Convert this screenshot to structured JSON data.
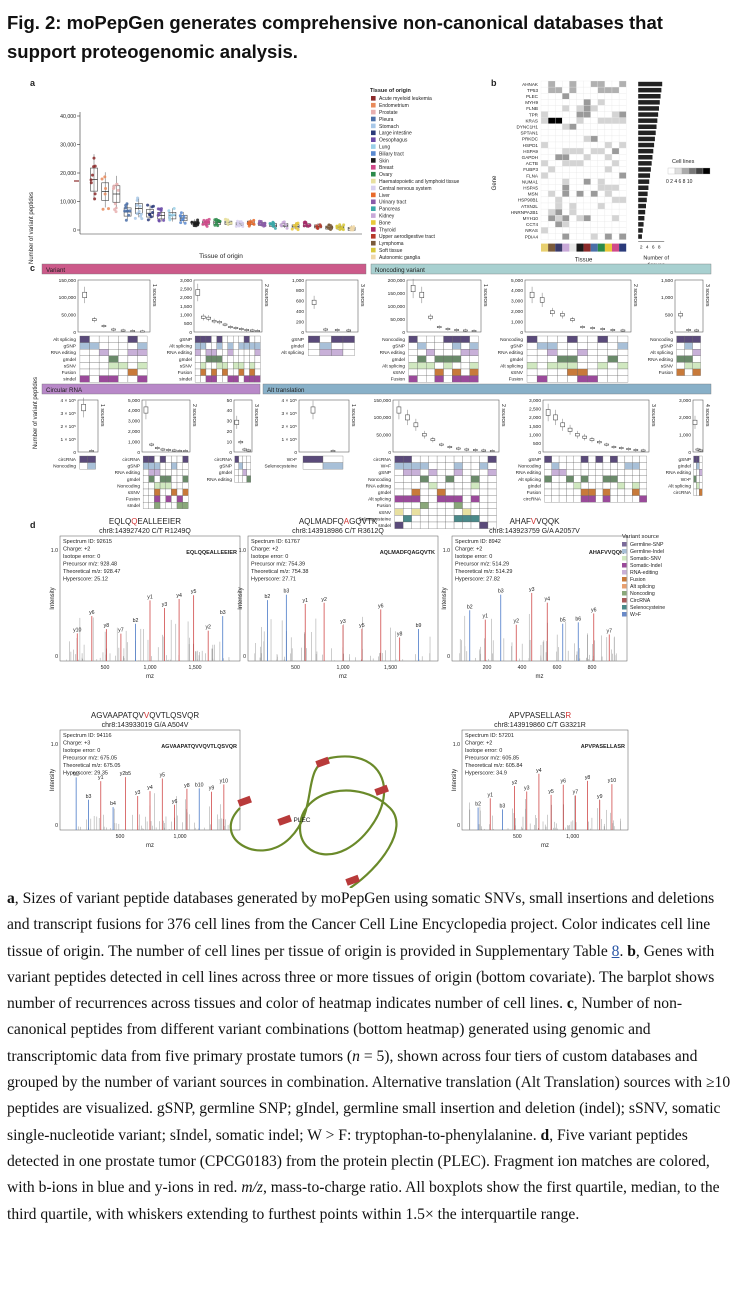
{
  "figure_title": {
    "prefix": "Fig. 2:",
    "text": "moPepGen generates comprehensive non-canonical databases that support proteogenomic analysis."
  },
  "panel_a": {
    "label": "a",
    "ylabel": "Number of variant peptides",
    "xlabel": "Tissue of origin",
    "yticks": [
      "0",
      "10,000",
      "20,000",
      "30,000",
      "40,000"
    ],
    "legend_title": "Tissue of origin",
    "legend": [
      {
        "name": "Acute myeloid leukemia",
        "color": "#8b2a2a"
      },
      {
        "name": "Endometrium",
        "color": "#e88a5a"
      },
      {
        "name": "Prostate",
        "color": "#e8b0b0"
      },
      {
        "name": "Pleura",
        "color": "#4a6fa8"
      },
      {
        "name": "Stomach",
        "color": "#a8c8e8"
      },
      {
        "name": "Large intestine",
        "color": "#2a3a7a"
      },
      {
        "name": "Oesophagus",
        "color": "#6a4aa8"
      },
      {
        "name": "Lung",
        "color": "#9ad0e8"
      },
      {
        "name": "Biliary tract",
        "color": "#5a8ad0"
      },
      {
        "name": "Skin",
        "color": "#1a1a1a"
      },
      {
        "name": "Breast",
        "color": "#d04a8a"
      },
      {
        "name": "Ovary",
        "color": "#2a8a4a"
      },
      {
        "name": "Haematopoietic and lymphoid tissue",
        "color": "#e8e0a0"
      },
      {
        "name": "Central nervous system",
        "color": "#d8d0f0"
      },
      {
        "name": "Liver",
        "color": "#e86a2a"
      },
      {
        "name": "Urinary tract",
        "color": "#8a5aa8"
      },
      {
        "name": "Pancreas",
        "color": "#3aa8a8"
      },
      {
        "name": "Kidney",
        "color": "#c8a8d8"
      },
      {
        "name": "Bone",
        "color": "#e8c83a"
      },
      {
        "name": "Thyroid",
        "color": "#a82a6a"
      },
      {
        "name": "Upper aerodigestive tract",
        "color": "#b83a2a"
      },
      {
        "name": "Lymphoma",
        "color": "#7a5a3a"
      },
      {
        "name": "Soft tissue",
        "color": "#d8c83a"
      },
      {
        "name": "Autonomic ganglia",
        "color": "#f0d8a8"
      }
    ]
  },
  "panel_b": {
    "label": "b",
    "ylabel": "Gene",
    "genes": [
      "AHNAK",
      "TP53",
      "PLEC",
      "MYH9",
      "FLNB",
      "TPR",
      "KRAS",
      "DYNC1H1",
      "SPTAN1",
      "PRKDC",
      "HSPD1",
      "HSPA9",
      "GAPDH",
      "ACTB",
      "FUBP3",
      "FLNA",
      "NUMA1",
      "HSPA5",
      "MSN",
      "HSP90B1",
      "ATXN2L",
      "HNRNPA2B1",
      "MYH10",
      "CCT4",
      "NRAS",
      "PDIA4"
    ],
    "legend_title": "Cell lines",
    "legend_ticks": [
      "0",
      "2",
      "4",
      "6",
      "8",
      "10"
    ],
    "bar_ticks": [
      "2",
      "4",
      "6",
      "8"
    ],
    "bar_label": "Number of tissues",
    "covariate_label": "Tissue"
  },
  "panel_c": {
    "label": "c",
    "ylabel": "Number of variant peptides",
    "groups": [
      {
        "name": "Variant",
        "color": "#cc5a8a",
        "plots": [
          {
            "sources": "1 sources",
            "yticks": [
              "0",
              "50,000",
              "100,000",
              "150,000"
            ],
            "rows": [
              "Alt splicing",
              "gSNP",
              "RNA editing",
              "gIndel",
              "sSNV",
              "Fusion",
              "sIndel"
            ],
            "box_heights": [
              0.75,
              0.25,
              0.12,
              0.05,
              0.03,
              0.02,
              0.01
            ]
          },
          {
            "sources": "2 sources",
            "yticks": [
              "0",
              "500",
              "1,000",
              "1,500",
              "2,000",
              "2,500",
              "3,000"
            ],
            "rows": [
              "gSNP",
              "Alt splicing",
              "RNA editing",
              "gIndel",
              "sSNV",
              "Fusion",
              "sIndel"
            ],
            "box_heights": [
              0.8,
              0.3,
              0.28,
              0.22,
              0.2,
              0.15,
              0.1,
              0.08,
              0.06,
              0.04,
              0.03,
              0.02
            ]
          },
          {
            "sources": "3 sources",
            "yticks": [
              "0",
              "200",
              "400",
              "600",
              "800",
              "1,000"
            ],
            "rows": [
              "gSNP",
              "gIndel",
              "Alt splicing"
            ],
            "box_heights": [
              0.6,
              0.05,
              0.04,
              0.03
            ]
          }
        ]
      },
      {
        "name": "Noncoding variant",
        "color": "#a8d0d0",
        "plots": [
          {
            "sources": "1 sources",
            "yticks": [
              "0",
              "50,000",
              "100,000",
              "150,000",
              "200,000"
            ],
            "rows": [
              "Noncoding",
              "gSNP",
              "RNA editing",
              "gIndel",
              "Alt splicing",
              "sSNV",
              "Fusion"
            ],
            "box_heights": [
              0.88,
              0.75,
              0.3,
              0.1,
              0.06,
              0.04,
              0.03,
              0.02
            ]
          },
          {
            "sources": "2 sources",
            "yticks": [
              "0",
              "1,000",
              "2,000",
              "3,000",
              "4,000",
              "5,000"
            ],
            "rows": [
              "Noncoding",
              "gSNP",
              "RNA editing",
              "gIndel",
              "Alt splicing",
              "sSNV",
              "Fusion"
            ],
            "box_heights": [
              0.75,
              0.65,
              0.4,
              0.35,
              0.25,
              0.1,
              0.08,
              0.06,
              0.04,
              0.03
            ]
          },
          {
            "sources": "3 sources",
            "yticks": [
              "0",
              "500",
              "1,000",
              "1,500"
            ],
            "rows": [
              "Noncoding",
              "gSNP",
              "Alt splicing",
              "RNA editing",
              "sSNV",
              "Fusion"
            ],
            "box_heights": [
              0.35,
              0.04,
              0.03
            ]
          }
        ]
      },
      {
        "name": "Circular RNA",
        "color": "#b888c8",
        "plots": [
          {
            "sources": "1 sources",
            "yticks": [
              "0",
              "1 × 10⁵",
              "2 × 10⁵",
              "3 × 10⁵",
              "4 × 10⁵"
            ],
            "rows": [
              "circRNA",
              "Noncoding"
            ],
            "box_heights": [
              0.9,
              0.02
            ]
          },
          {
            "sources": "2 sources",
            "yticks": [
              "0",
              "1,000",
              "2,000",
              "3,000",
              "4,000",
              "5,000"
            ],
            "rows": [
              "circRNA",
              "gSNP",
              "RNA editing",
              "gIndel",
              "Noncoding",
              "sSNV",
              "Fusion",
              "sIndel"
            ],
            "box_heights": [
              0.85,
              0.15,
              0.08,
              0.05,
              0.04,
              0.03,
              0.02,
              0.02
            ]
          },
          {
            "sources": "3 sources",
            "yticks": [
              "0",
              "10",
              "20",
              "30",
              "40",
              "50"
            ],
            "rows": [
              "circRNA",
              "gSNP",
              "gIndel",
              "RNA editing"
            ],
            "box_heights": [
              0.6,
              0.2,
              0.05,
              0.03
            ]
          }
        ]
      },
      {
        "name": "Alt translation",
        "color": "#88b0c8",
        "plots": [
          {
            "sources": "1 sources",
            "yticks": [
              "0",
              "1 × 10⁵",
              "2 × 10⁵",
              "3 × 10⁵",
              "4 × 10⁵"
            ],
            "rows": [
              "W>F",
              "Selenocysteine"
            ],
            "box_heights": [
              0.85,
              0.02
            ]
          },
          {
            "sources": "2 sources",
            "yticks": [
              "0",
              "50,000",
              "100,000",
              "150,000"
            ],
            "rows": [
              "circRNA",
              "W>F",
              "gSNP",
              "Noncoding",
              "RNA editing",
              "gIndel",
              "Alt splicing",
              "Fusion",
              "sSNV",
              "Selenocysteine",
              "sIndel"
            ],
            "box_heights": [
              0.85,
              0.7,
              0.55,
              0.35,
              0.25,
              0.15,
              0.1,
              0.07,
              0.05,
              0.04,
              0.03,
              0.02
            ]
          },
          {
            "sources": "3 sources",
            "yticks": [
              "0",
              "500",
              "1,000",
              "1,500",
              "2,000",
              "2,500",
              "3,000"
            ],
            "rows": [
              "gSNP",
              "Noncoding",
              "RNA editing",
              "Alt splicing",
              "gIndel",
              "Fusion",
              "circRNA"
            ],
            "box_heights": [
              0.8,
              0.7,
              0.55,
              0.45,
              0.35,
              0.3,
              0.25,
              0.2,
              0.15,
              0.1,
              0.08,
              0.06,
              0.04,
              0.03
            ]
          },
          {
            "sources": "4 sources",
            "yticks": [
              "0",
              "1,000",
              "2,000",
              "3,000"
            ],
            "rows": [
              "gSNP",
              "gIndel",
              "RNA editing",
              "W>F",
              "Alt splicing",
              "circRNA"
            ],
            "box_heights": [
              0.6,
              0.05,
              0.03
            ]
          }
        ]
      }
    ]
  },
  "panel_d": {
    "label": "d",
    "ylabel": "Intensity",
    "xlabel": "mz",
    "protein": "PLEC",
    "legend_title": "Variant source",
    "legend": [
      {
        "name": "Germline-SNP",
        "color": "#7a6a9a"
      },
      {
        "name": "Germline-Indel",
        "color": "#a8c0d8"
      },
      {
        "name": "Somatic-SNV",
        "color": "#d0e8c0"
      },
      {
        "name": "Somatic-Indel",
        "color": "#9a4a9a"
      },
      {
        "name": "RNA-editing",
        "color": "#c8b0d8"
      },
      {
        "name": "Fusion",
        "color": "#c87a3a"
      },
      {
        "name": "Alt splicing",
        "color": "#e8a070"
      },
      {
        "name": "Noncoding",
        "color": "#8aa87a"
      },
      {
        "name": "CircRNA",
        "color": "#a85a5a"
      },
      {
        "name": "Selenocysteine",
        "color": "#4a8a8a"
      },
      {
        "name": "W>F",
        "color": "#6a8ac8"
      }
    ],
    "spectra": [
      {
        "peptide": "EQLQQEALLEEIER",
        "mut_index": 4,
        "locus": "chr8:143927420  C/T  R1249Q",
        "info": [
          "Spectrum ID: 92615",
          "Charge: +2",
          "Isotope error: 0",
          "Precursor m/z: 928.48",
          "Theoretical m/z: 928.47",
          "Hyperscore: 25.12"
        ],
        "xticks": [
          "500",
          "1,000",
          "1,500"
        ],
        "ions": [
          "y10",
          "y6",
          "y8",
          "y7",
          "b2",
          "y1",
          "y3",
          "y4",
          "y5",
          "y2",
          "b3"
        ]
      },
      {
        "peptide": "AQLMADFQAGQVTK",
        "mut_index": 8,
        "locus": "chr8:143918986  C/T  R3612Q",
        "info": [
          "Spectrum ID: 61767",
          "Charge: +2",
          "Isotope error: 0",
          "Precursor m/z: 754.39",
          "Theoretical m/z: 754.38",
          "Hyperscore: 27.71"
        ],
        "xticks": [
          "500",
          "1,000",
          "1,500"
        ],
        "ions": [
          "b2",
          "b3",
          "y1",
          "y2",
          "y3",
          "y5",
          "y6",
          "y8",
          "b9"
        ]
      },
      {
        "peptide": "AHAFVVQQK",
        "mut_index": 4,
        "locus": "chr8:143923759  G/A  A2057V",
        "info": [
          "Spectrum ID: 8942",
          "Charge: +2",
          "Isotope error: 0",
          "Precursor m/z: 514.29",
          "Theoretical m/z: 514.29",
          "Hyperscore: 27.82"
        ],
        "xticks": [
          "200",
          "400",
          "600",
          "800"
        ],
        "ions": [
          "b2",
          "y1",
          "b3",
          "y2",
          "y3",
          "y4",
          "b5",
          "b6",
          "y6",
          "y7"
        ]
      },
      {
        "peptide": "AGVAAPATQVVQVTLQSVQR",
        "mut_index": 10,
        "locus": "chr8:143933019  G/A  A504V",
        "info": [
          "Spectrum ID: 94116",
          "Charge: +3",
          "Isotope error: 0",
          "Precursor m/z: 675.05",
          "Theoretical m/z: 675.05",
          "Hyperscore: 29.35"
        ],
        "xticks": [
          "500",
          "1,000"
        ],
        "ions": [
          "b2",
          "b3",
          "y1",
          "b4",
          "y2b5",
          "y3",
          "y4",
          "y5",
          "y6",
          "y8",
          "b10",
          "y9",
          "y10"
        ]
      },
      {
        "peptide": "APVPASELLASR",
        "mut_index": 11,
        "locus": "chr8:143919860  C/T  G3321R",
        "info": [
          "Spectrum ID: 57201",
          "Charge: +2",
          "Isotope error: 0",
          "Precursor m/z: 605.85",
          "Theoretical m/z: 605.84",
          "Hyperscore: 34.9"
        ],
        "xticks": [
          "500",
          "1,000"
        ],
        "ions": [
          "b2",
          "y1",
          "b3",
          "y2",
          "y3",
          "y4",
          "y5",
          "y6",
          "y7",
          "y8",
          "y9",
          "y10"
        ]
      }
    ]
  },
  "caption": {
    "a_label": "a",
    "a_text": ", Sizes of variant peptide databases generated by moPepGen using somatic SNVs, small insertions and deletions and transcript fusions for 376 cell lines from the Cancer Cell Line Encyclopedia project. Color indicates cell line tissue of origin. The number of cell lines per tissue of origin is provided in Supplementary Table ",
    "a_link": "8",
    "a_end": ". ",
    "b_label": "b",
    "b_text": ", Genes with variant peptides detected in cell lines across three or more tissues of origin (bottom covariate). The barplot shows number of recurrences across tissues and color of heatmap indicates number of cell lines. ",
    "c_label": "c",
    "c_text1": ", Number of non-canonical peptides from different variant combinations (bottom heatmap) generated using genomic and transcriptomic data from five primary prostate tumors (",
    "c_n": "n",
    "c_text2": " = 5), shown across four tiers of custom databases and grouped by the number of variant sources in combination. Alternative translation (Alt Translation) sources with ≥10 peptides are visualized. gSNP, germline SNP; gIndel, germline small insertion and deletion (indel); sSNV, somatic single-nucleotide variant; sIndel, somatic indel; W > F: tryptophan-to-phenylalanine. ",
    "d_label": "d",
    "d_text1": ", Five variant peptides detected in one prostate tumor (CPCG0183) from the protein plectin (PLEC). Fragment ion matches are colored, with b-ions in blue and y-ions in red. ",
    "d_mz": "m/z",
    "d_text2": ", mass-to-charge ratio. All boxplots show the first quartile, median, to the third quartile, with whiskers extending to furthest points within 1.5× the interquartile range."
  }
}
